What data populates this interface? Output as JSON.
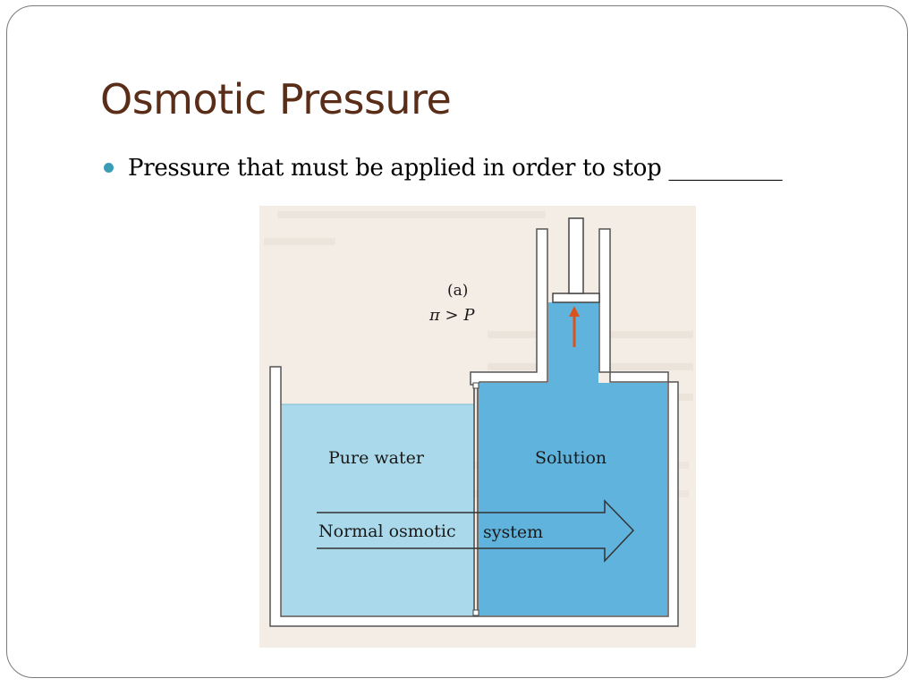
{
  "slide": {
    "title": "Osmotic Pressure",
    "bullets": [
      {
        "text": "Pressure that must be applied in order to stop __________"
      }
    ]
  },
  "figure": {
    "panel_label": "(a)",
    "relation": "π > P",
    "left_compartment_label": "Pure water",
    "right_compartment_label": "Solution",
    "arrow_label_part1": "Normal osmotic",
    "arrow_label_part2": "system",
    "colors": {
      "background": "#f4ede5",
      "pure_water": "#a9d9ea",
      "solution": "#5fb3dc",
      "wall": "#ffffff",
      "wall_outline": "#555555",
      "force_arrow": "#d9531e"
    }
  }
}
